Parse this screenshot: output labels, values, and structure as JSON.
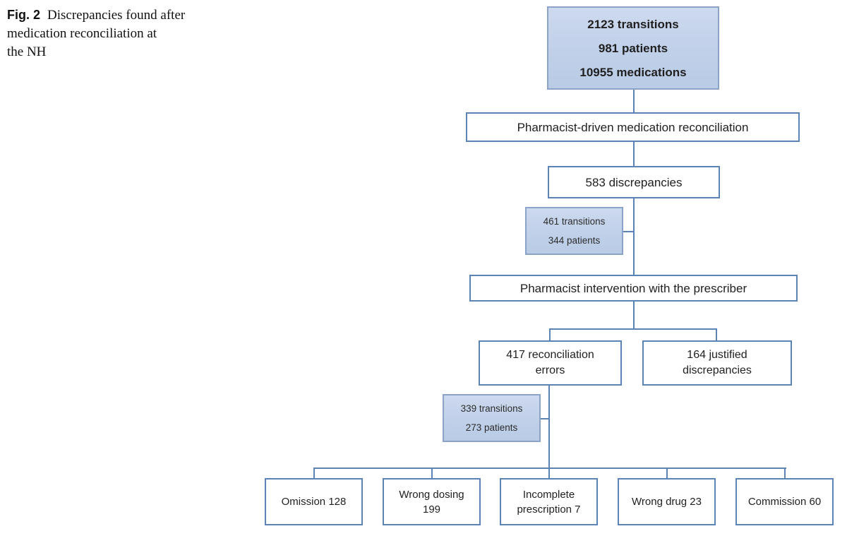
{
  "caption": {
    "label": "Fig. 2",
    "line1": "Discrepancies found after",
    "line2": "medication reconciliation at",
    "line3": "the NH"
  },
  "colors": {
    "box_border": "#5b83b6",
    "blue_box_border": "#8ba3c7",
    "blue_box_fill": "#c0d0e9",
    "connector": "#5b83b6",
    "text": "#1f1f1f"
  },
  "flowchart": {
    "root": {
      "lines": [
        "2123 transitions",
        "981 patients",
        "10955 medications"
      ]
    },
    "reconciliation": {
      "label": "Pharmacist-driven medication reconciliation"
    },
    "discrepancies": {
      "label": "583 discrepancies"
    },
    "transitions_461": {
      "lines": [
        "461 transitions",
        "344 patients"
      ]
    },
    "intervention": {
      "label": "Pharmacist intervention with the prescriber"
    },
    "recon_errors": {
      "lines": [
        "417 reconciliation",
        "errors"
      ]
    },
    "justified": {
      "lines": [
        "164 justified",
        "discrepancies"
      ]
    },
    "transitions_339": {
      "lines": [
        "339 transitions",
        "273 patients"
      ]
    },
    "leaves": [
      {
        "lines": [
          "Omission 128"
        ]
      },
      {
        "lines": [
          "Wrong dosing",
          "199"
        ]
      },
      {
        "lines": [
          "Incomplete",
          "prescription 7"
        ]
      },
      {
        "lines": [
          "Wrong drug 23"
        ]
      },
      {
        "lines": [
          "Commission 60"
        ]
      }
    ]
  }
}
